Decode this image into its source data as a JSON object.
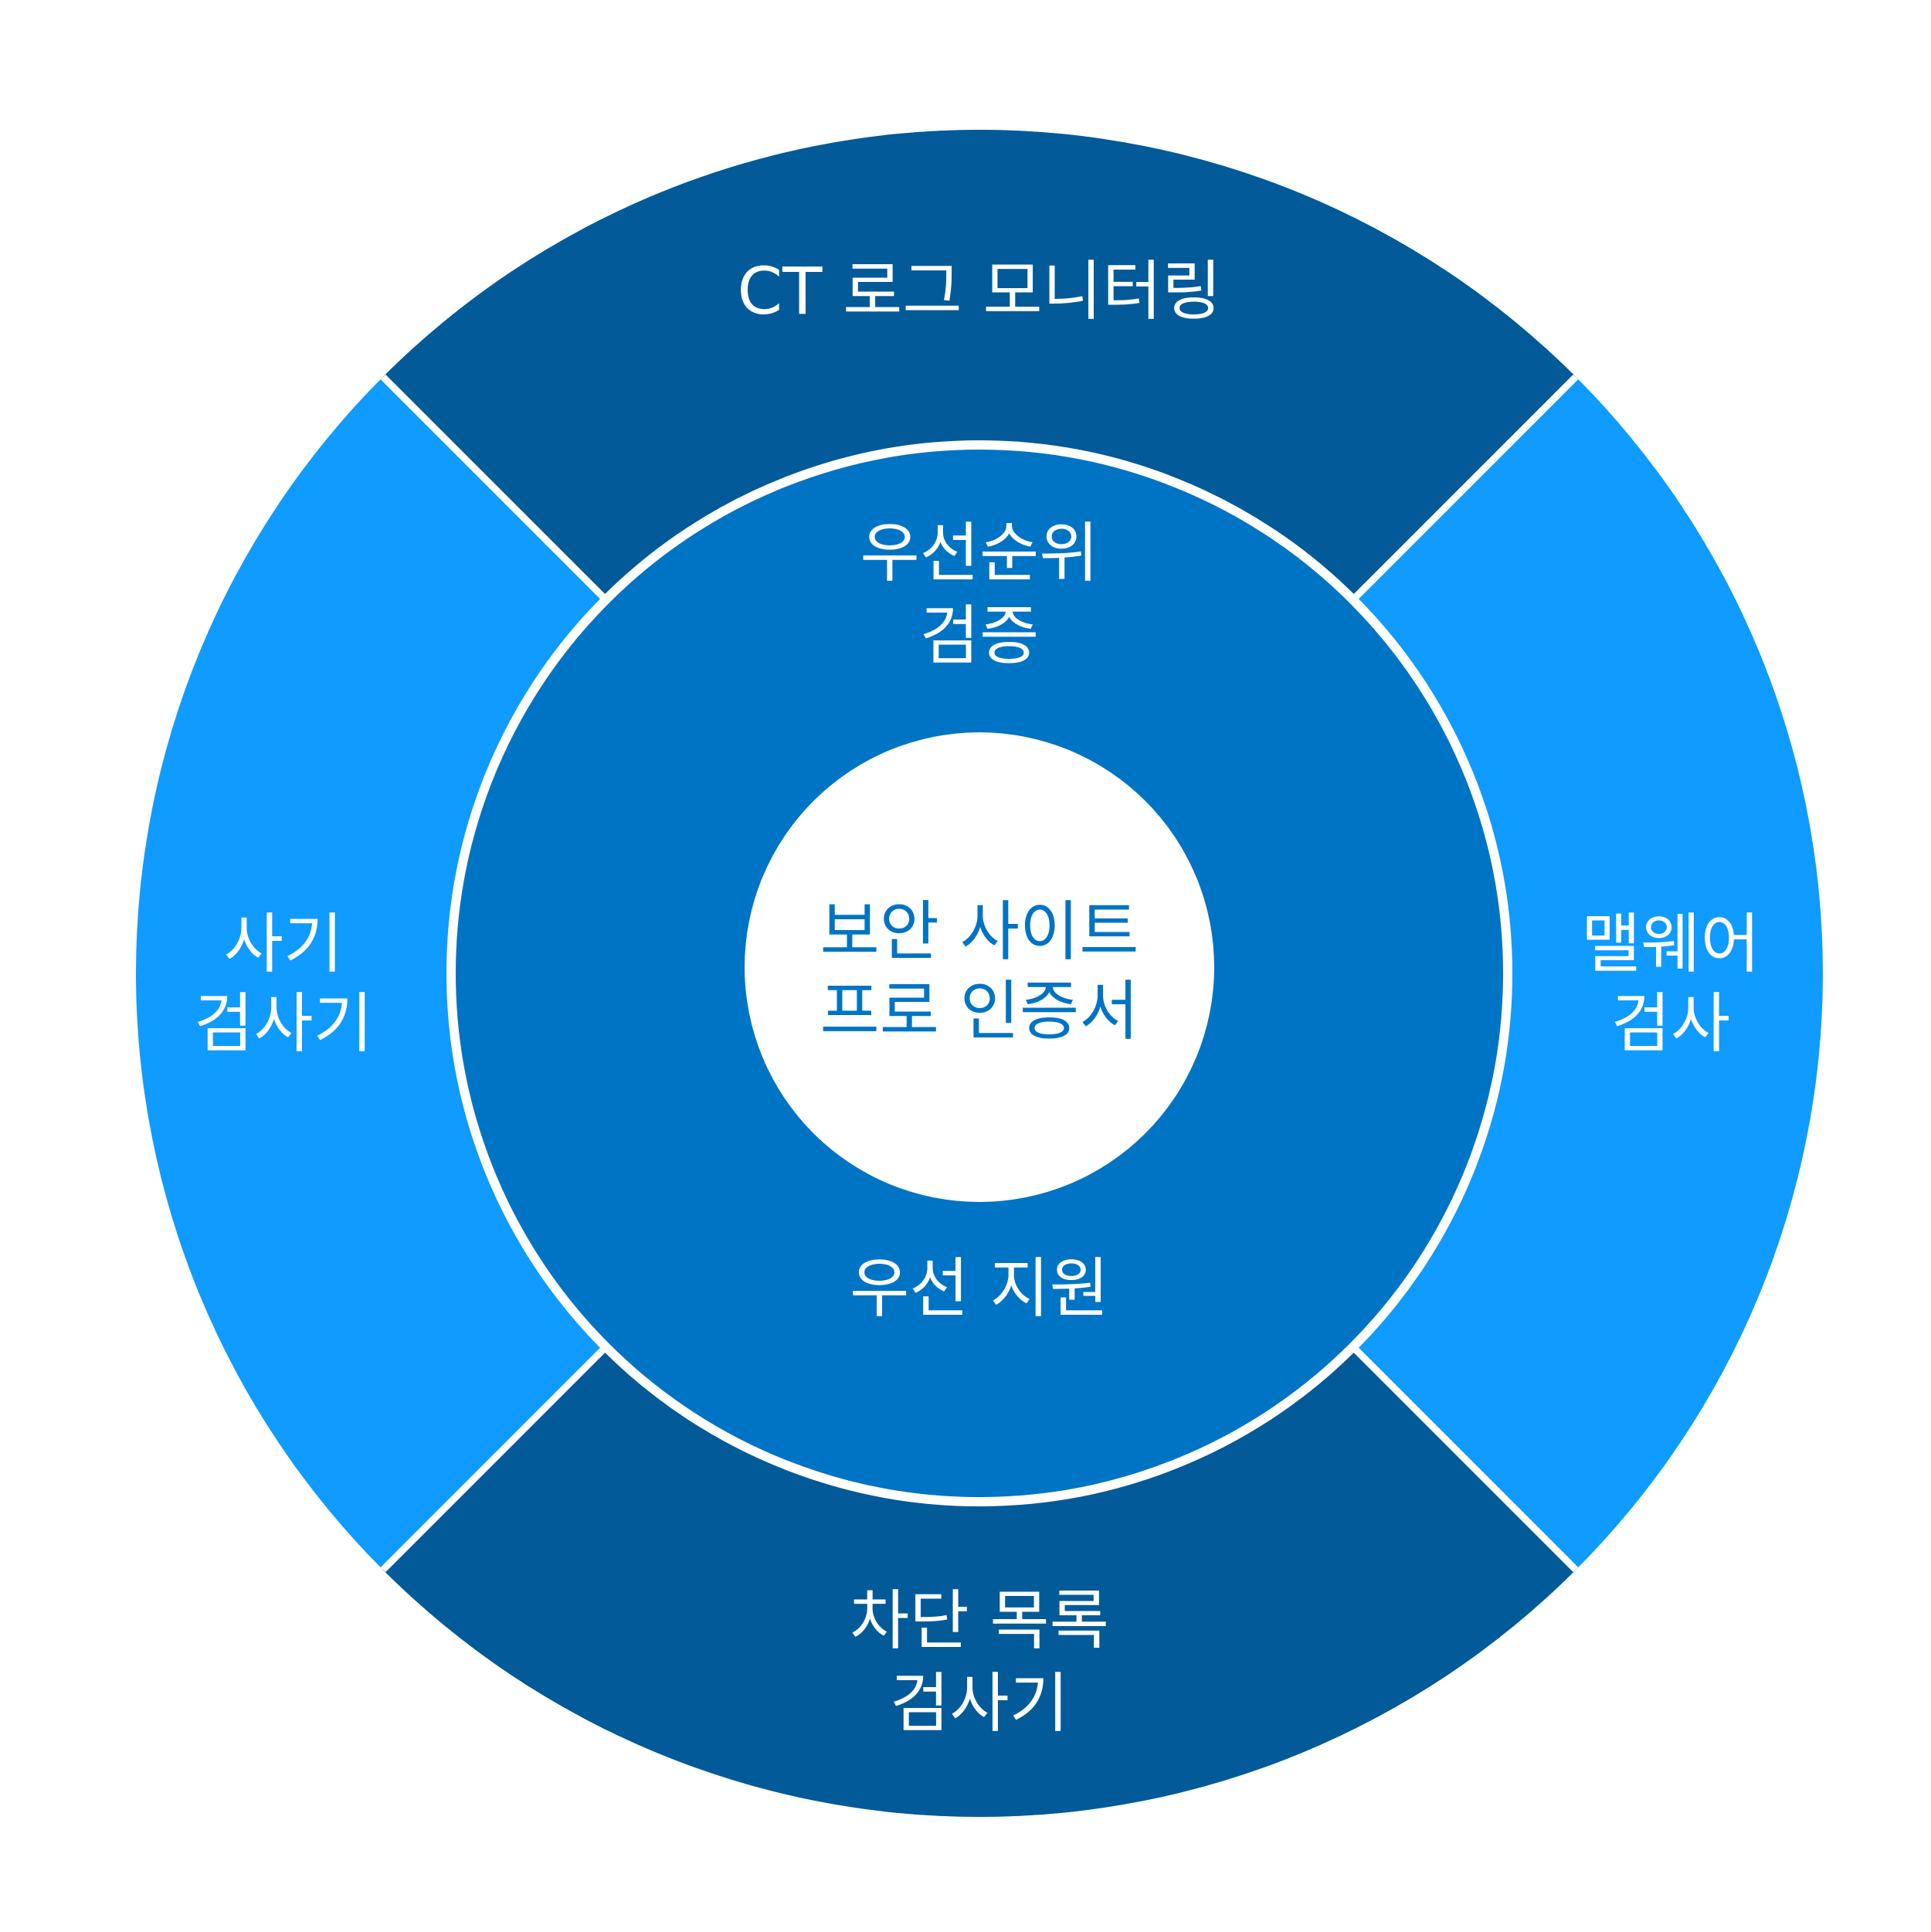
{
  "colors": {
    "dark": "#025A99",
    "light": "#0F9BFF",
    "mid": "#0074C4",
    "center": "#FFFFFF"
  },
  "outer": {
    "top": [
      "CT 로그 모니터링"
    ],
    "right": [
      "맬웨어",
      "검사"
    ],
    "bottom": [
      "차단 목록",
      "검사기"
    ],
    "left": [
      "사기",
      "검사기"
    ]
  },
  "middle": {
    "top": [
      "우선순위",
      "검증"
    ],
    "bottom": [
      "우선 지원"
    ]
  },
  "center": [
    "보안 사이트",
    "프로 인증서"
  ]
}
